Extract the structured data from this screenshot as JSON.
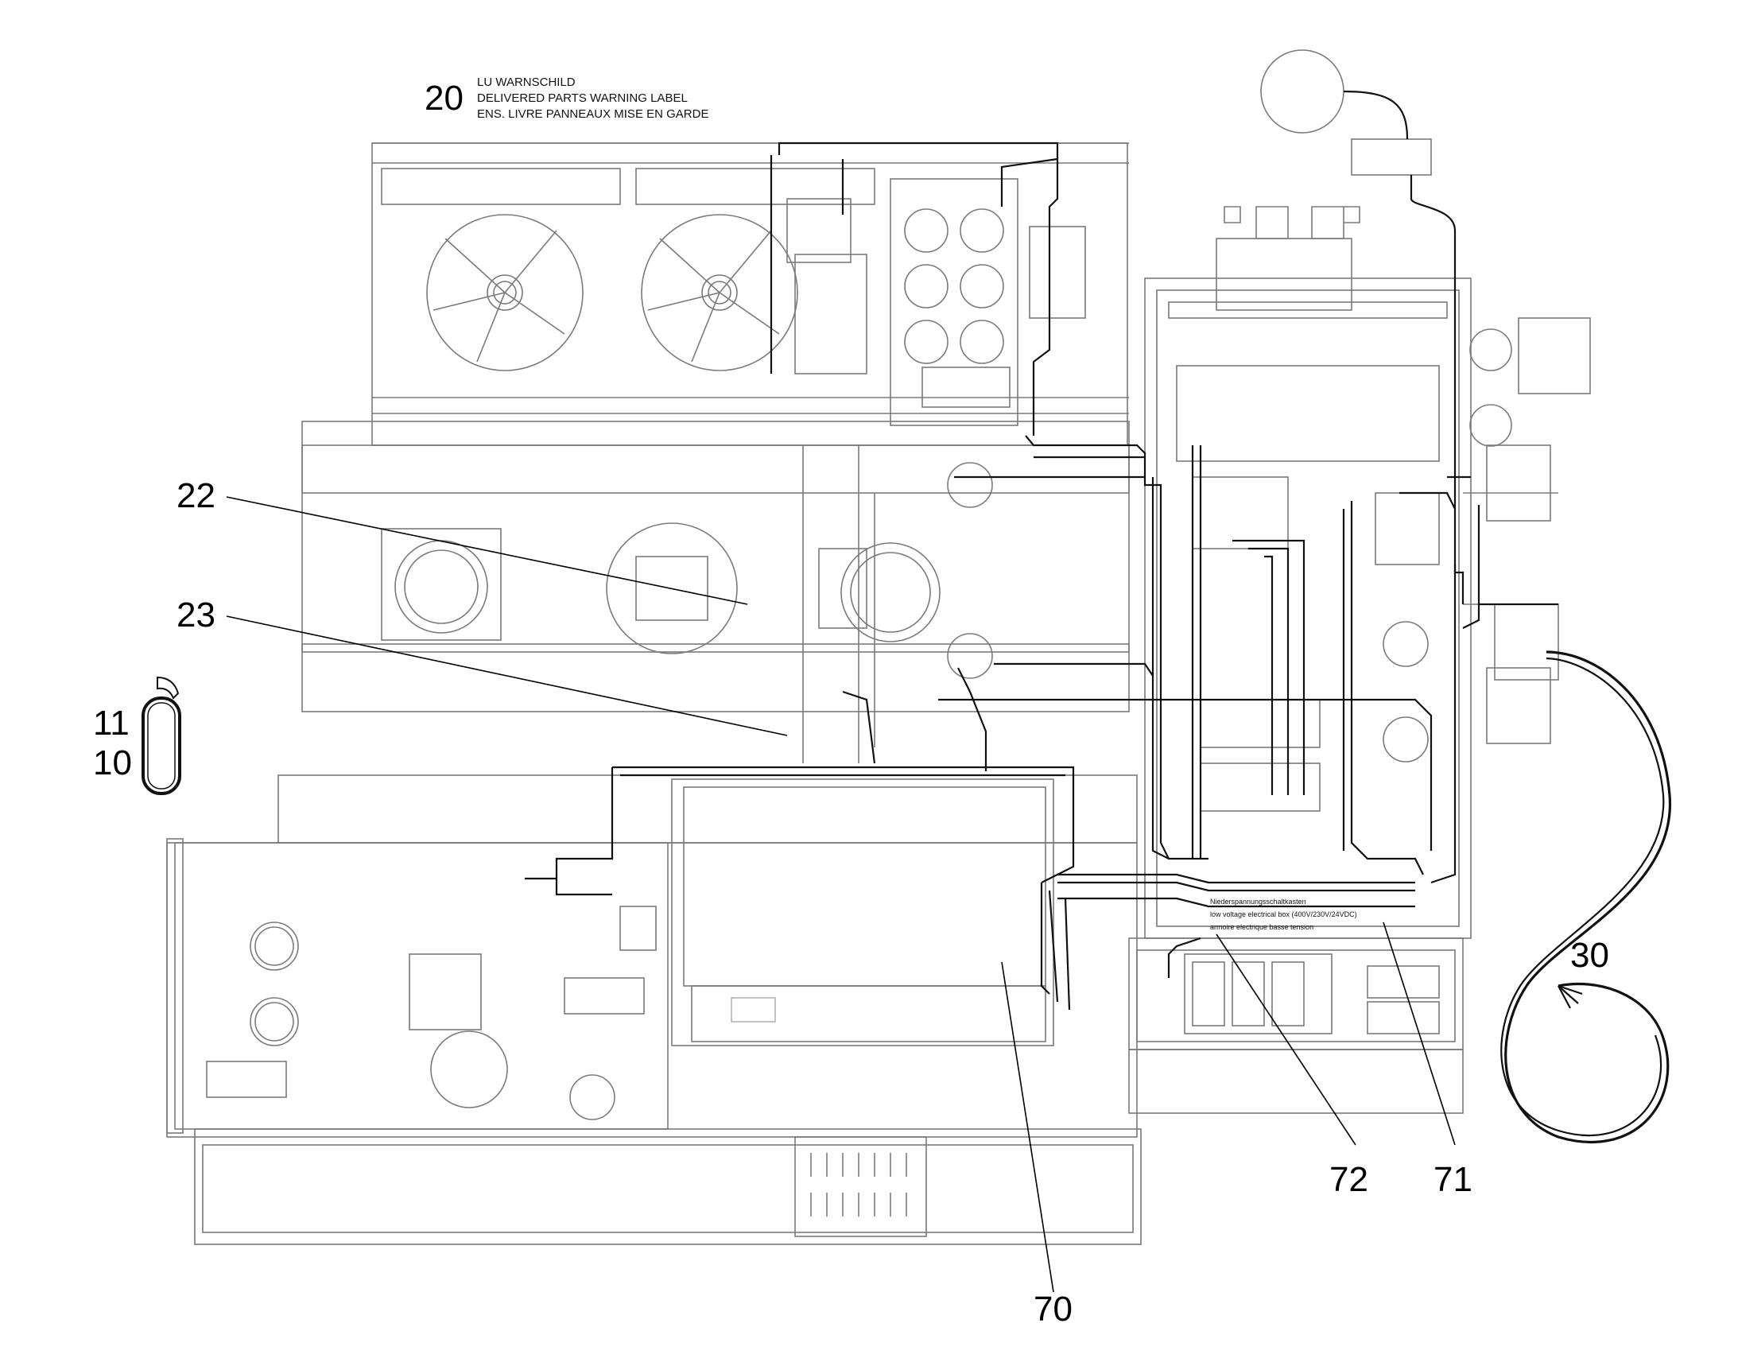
{
  "warning_label": {
    "number": "20",
    "lines": [
      "LU WARNSCHILD",
      "DELIVERED PARTS WARNING LABEL",
      "ENS. LIVRE PANNEAUX MISE EN GARDE"
    ]
  },
  "callouts": {
    "c22": "22",
    "c23": "23",
    "c11": "11",
    "c10": "10",
    "c30": "30",
    "c72": "72",
    "c71": "71",
    "c70": "70"
  },
  "voltage_plate": {
    "lines": [
      "Niederspannungsschaltkasten",
      "low voltage electrical box   (400V/230V/24VDC)",
      "armoire electrique basse tension"
    ]
  },
  "colors": {
    "line_gray": "#7a7a7a",
    "cable_black": "#111111",
    "background": "#ffffff"
  }
}
